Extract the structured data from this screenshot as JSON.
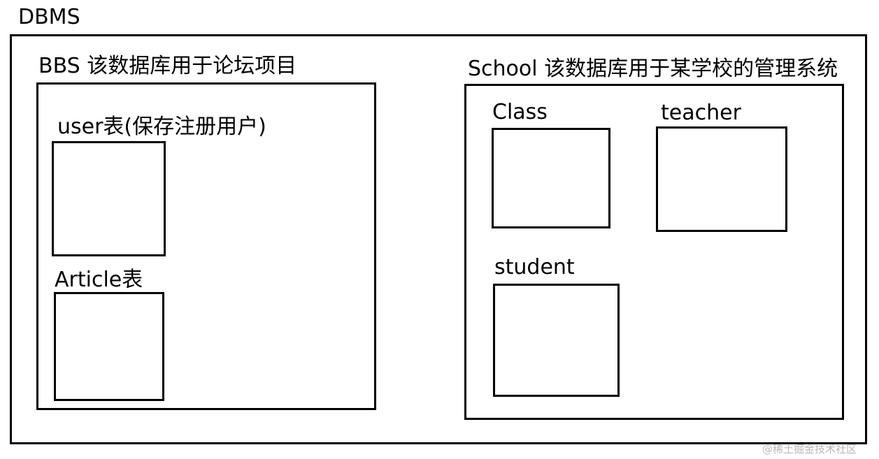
{
  "dbms": {
    "label": "DBMS",
    "databases": [
      {
        "label": "BBS  该数据库用于论坛项目",
        "tables": [
          {
            "label": "user表(保存注册用户)"
          },
          {
            "label": "Article表"
          }
        ]
      },
      {
        "label": "School 该数据库用于某学校的管理系统",
        "tables": [
          {
            "label": "Class"
          },
          {
            "label": "teacher"
          },
          {
            "label": "student"
          }
        ]
      }
    ]
  },
  "watermark": "@稀土掘金技术社区"
}
